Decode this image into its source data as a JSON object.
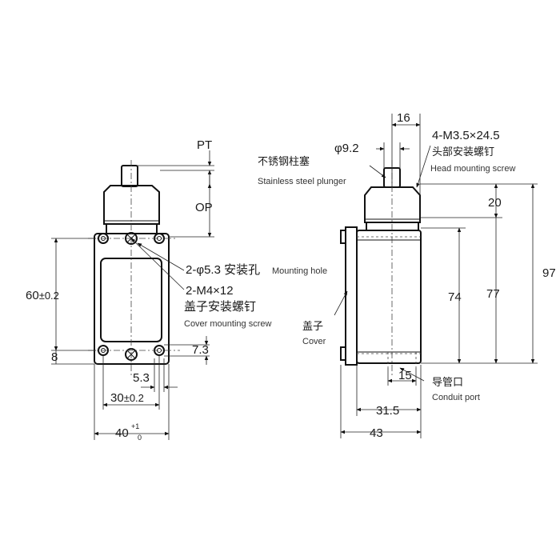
{
  "labels": {
    "pt": "PT",
    "op": "OP",
    "dim_60": "60",
    "tol_60": "±0.2",
    "dim_8": "8",
    "dim_7_3": "7.3",
    "dim_5_3": "5.3",
    "dim_30": "30",
    "tol_30": "±0.2",
    "dim_40": "40",
    "tol_40_upper": "+1",
    "tol_40_lower": "0",
    "mount_hole_cn": "2-φ5.3 安装孔",
    "mount_hole_en": "Mounting hole",
    "cover_screw_spec": "2-M4×12",
    "cover_screw_cn": "盖子安装螺钉",
    "cover_screw_en": "Cover mounting screw",
    "dim_16": "16",
    "dim_phi_9_2": "φ9.2",
    "plunger_cn": "不锈钢柱塞",
    "plunger_en": "Stainless steel plunger",
    "head_screw_spec": "4-M3.5×24.5",
    "head_screw_cn": "头部安装螺钉",
    "head_screw_en": "Head mounting screw",
    "dim_20": "20",
    "dim_97": "97",
    "dim_74": "74",
    "dim_77": "77",
    "cover_cn": "盖子",
    "cover_en": "Cover",
    "dim_15": "15",
    "conduit_cn": "导管口",
    "conduit_en": "Conduit port",
    "dim_31_5": "31.5",
    "dim_43": "43"
  }
}
